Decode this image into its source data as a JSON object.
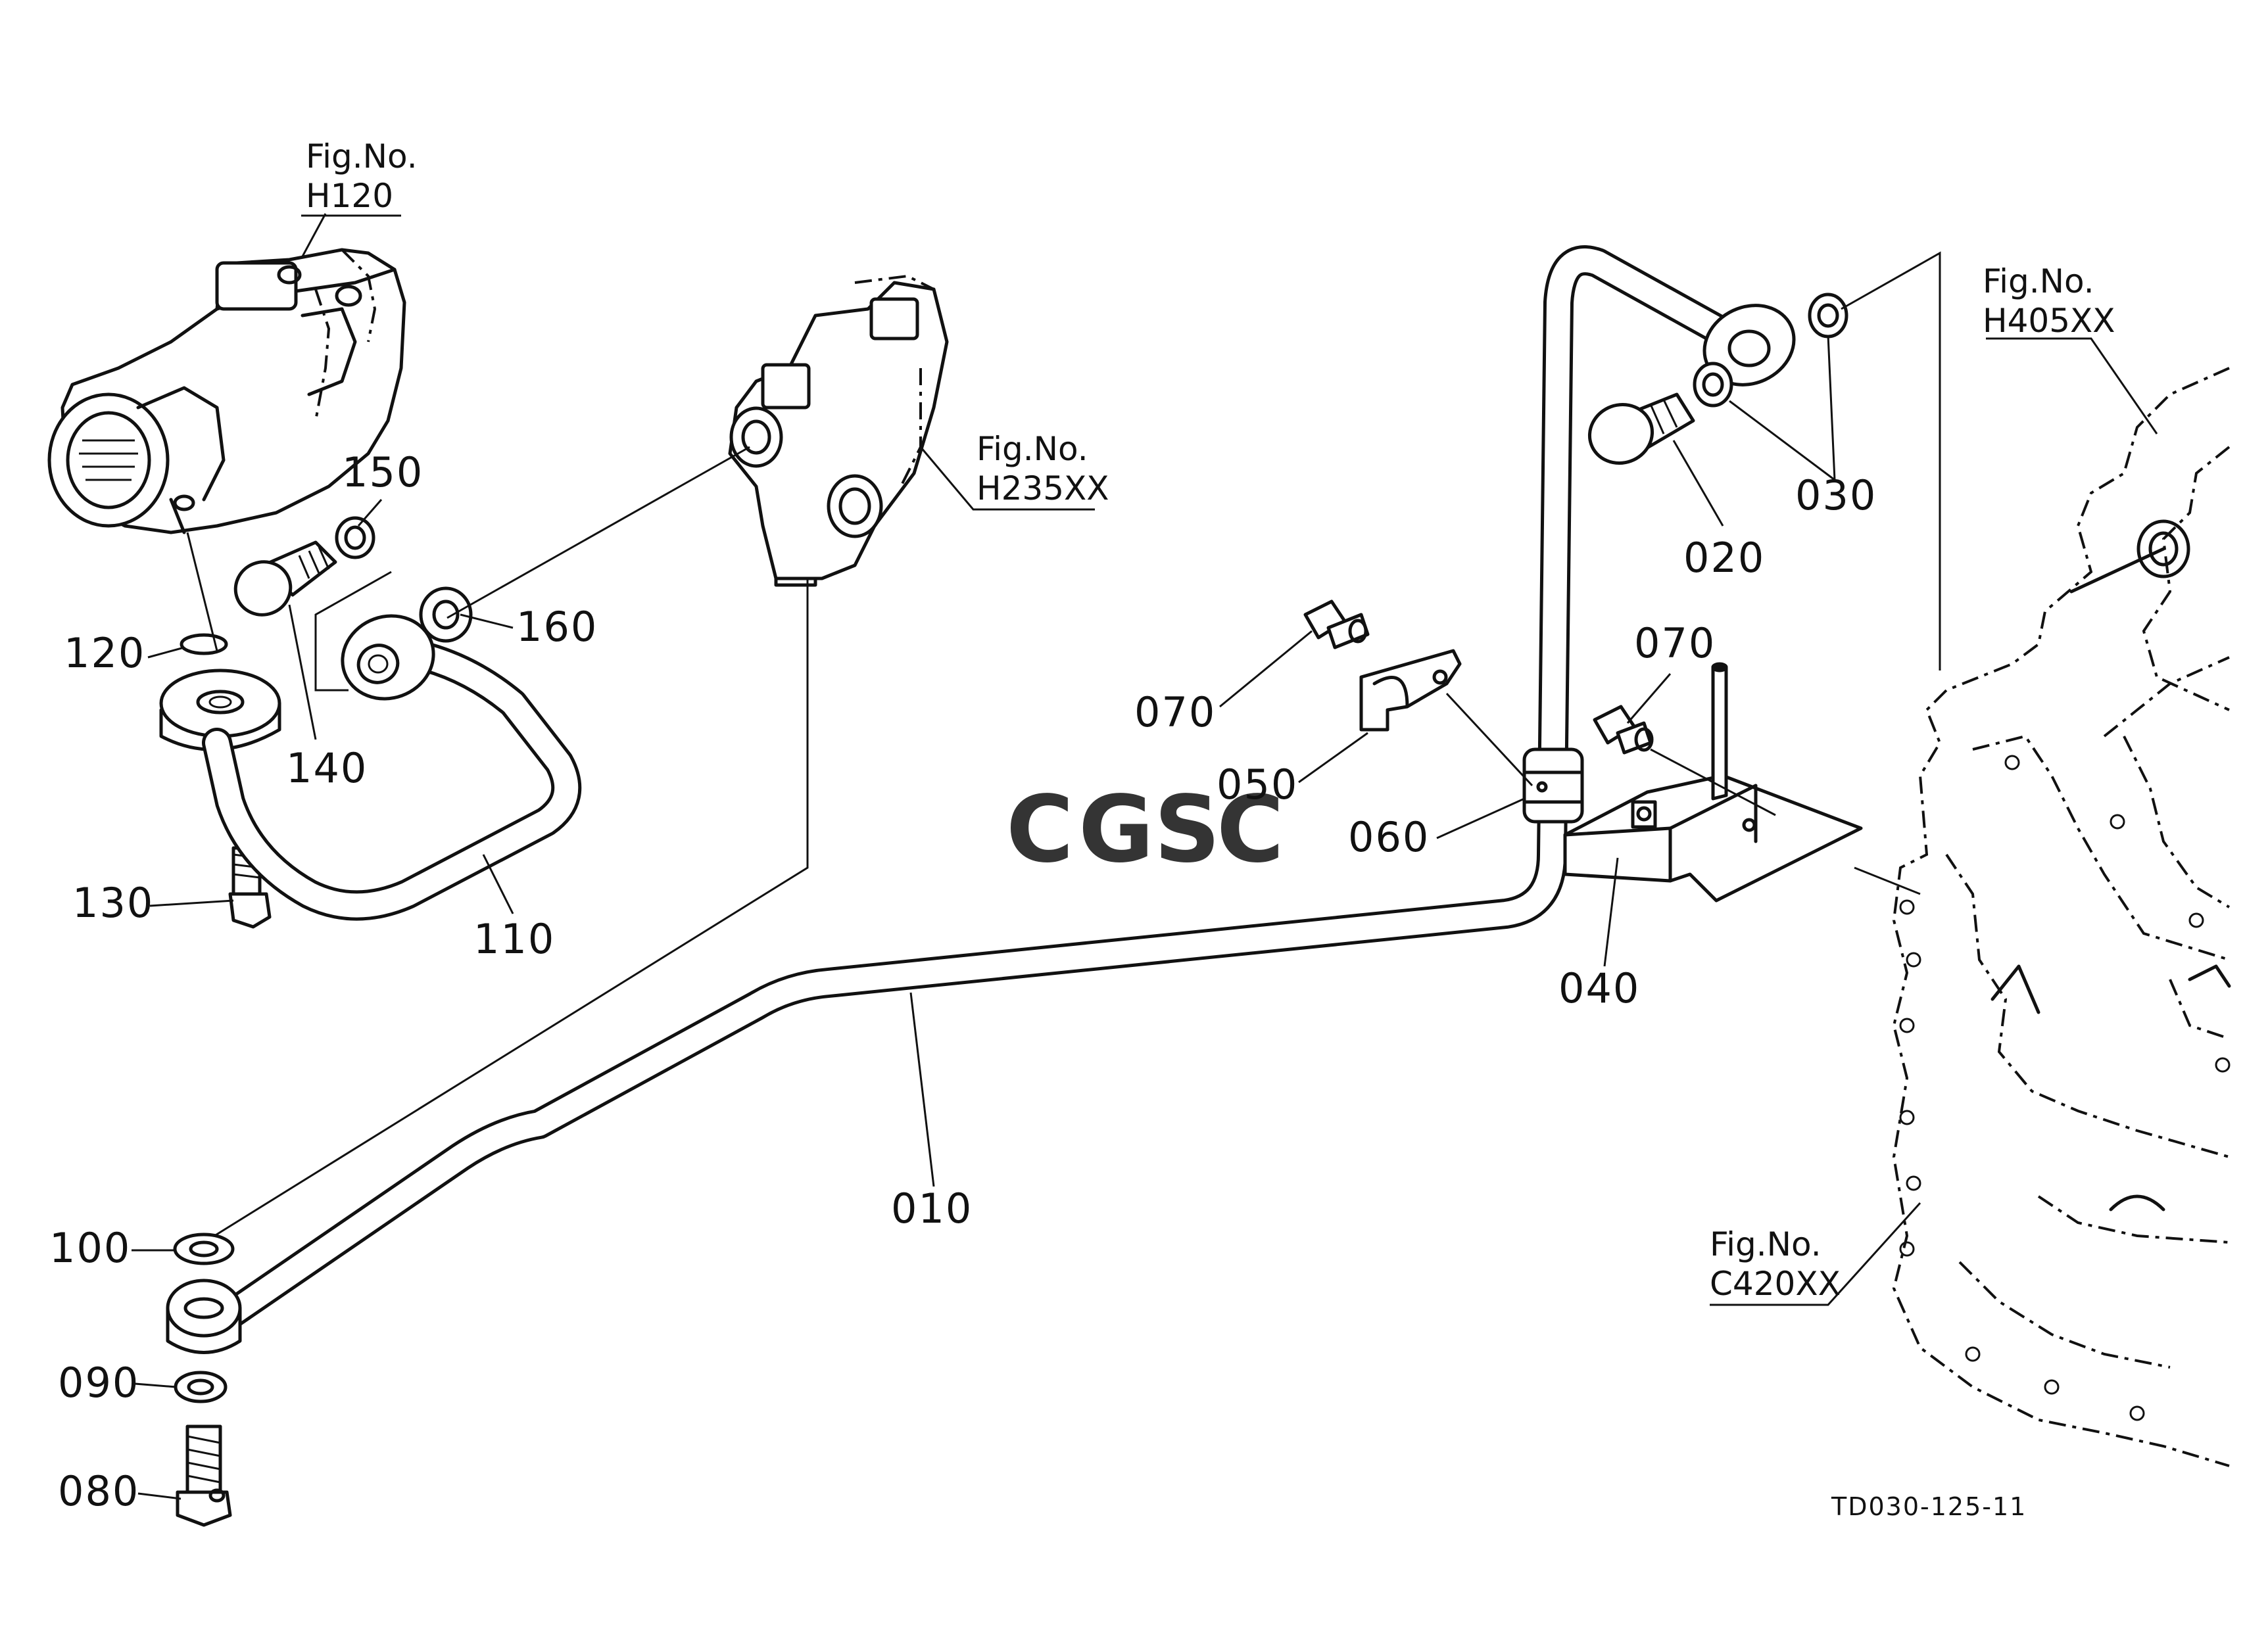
{
  "callouts": {
    "c010": "010",
    "c020": "020",
    "c030": "030",
    "c040": "040",
    "c050": "050",
    "c060": "060",
    "c070a": "070",
    "c070b": "070",
    "c080": "080",
    "c090": "090",
    "c100": "100",
    "c110": "110",
    "c120": "120",
    "c130": "130",
    "c140": "140",
    "c150": "150",
    "c160": "160"
  },
  "figure_refs": {
    "h120": {
      "title": "Fig.No.",
      "number": "H120"
    },
    "h235": {
      "title": "Fig.No.",
      "number": "H235XX"
    },
    "h405": {
      "title": "Fig.No.",
      "number": "H405XX"
    },
    "c420": {
      "title": "Fig.No.",
      "number": "C420XX"
    }
  },
  "drawing_code": "TD030-125-11",
  "watermark": {
    "letters": [
      "C",
      "G",
      "S",
      "C"
    ],
    "colors": [
      "#6f9ee8",
      "#f08a82",
      "#f5cf55",
      "#6cc39a"
    ]
  }
}
